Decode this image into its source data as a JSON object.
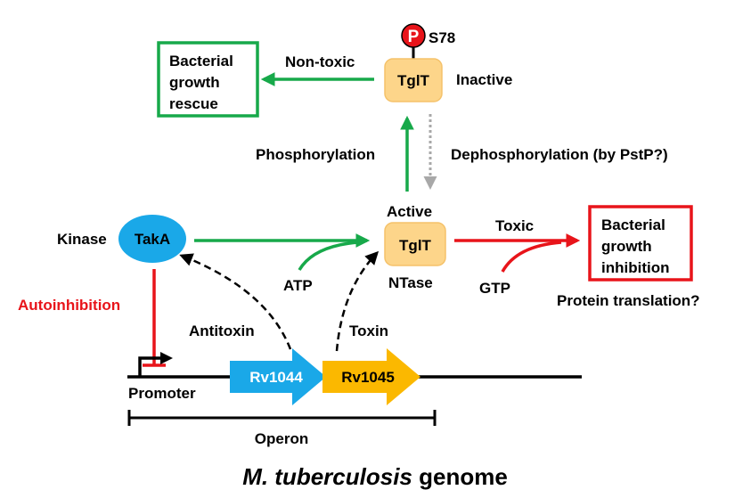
{
  "colors": {
    "green": "#17a94a",
    "red": "#e8141a",
    "gray": "#a8a8a8",
    "takA_fill": "#1aa8e8",
    "tglT_fill": "#fdd58a",
    "tglT_stroke": "#f5c26a",
    "rv1044_fill": "#1aa8e8",
    "rv1045_fill": "#fbb800",
    "phospho_badge": "#e8141a"
  },
  "icons": {
    "phospho": "phosphate-badge-icon",
    "promoter": "promoter-arrow-icon"
  },
  "phospho": {
    "badge": "P",
    "site": "S78"
  },
  "tglT_inactive": {
    "label": "TglT",
    "state": "Inactive"
  },
  "tglT_active": {
    "label": "TglT",
    "state": "Active",
    "activity": "NTase"
  },
  "rescue": {
    "line1": "Bacterial",
    "line2": "growth",
    "line3": "rescue"
  },
  "inhibition": {
    "line1": "Bacterial",
    "line2": "growth",
    "line3": "inhibition"
  },
  "edges": {
    "non_toxic": "Non-toxic",
    "toxic": "Toxic",
    "phosphorylation": "Phosphorylation",
    "dephosphorylation": "Dephosphorylation (by PstP?)",
    "atp": "ATP",
    "gtp": "GTP",
    "autoinhibition": "Autoinhibition",
    "antitoxin": "Antitoxin",
    "toxin": "Toxin",
    "protein_translation": "Protein translation?"
  },
  "kinase": {
    "label": "Kinase",
    "name": "TakA"
  },
  "genes": {
    "rv1044": "Rv1044",
    "rv1045": "Rv1045"
  },
  "promoter": "Promoter",
  "operon": "Operon",
  "genome": {
    "species": "M. tuberculosis",
    "suffix": " genome"
  }
}
